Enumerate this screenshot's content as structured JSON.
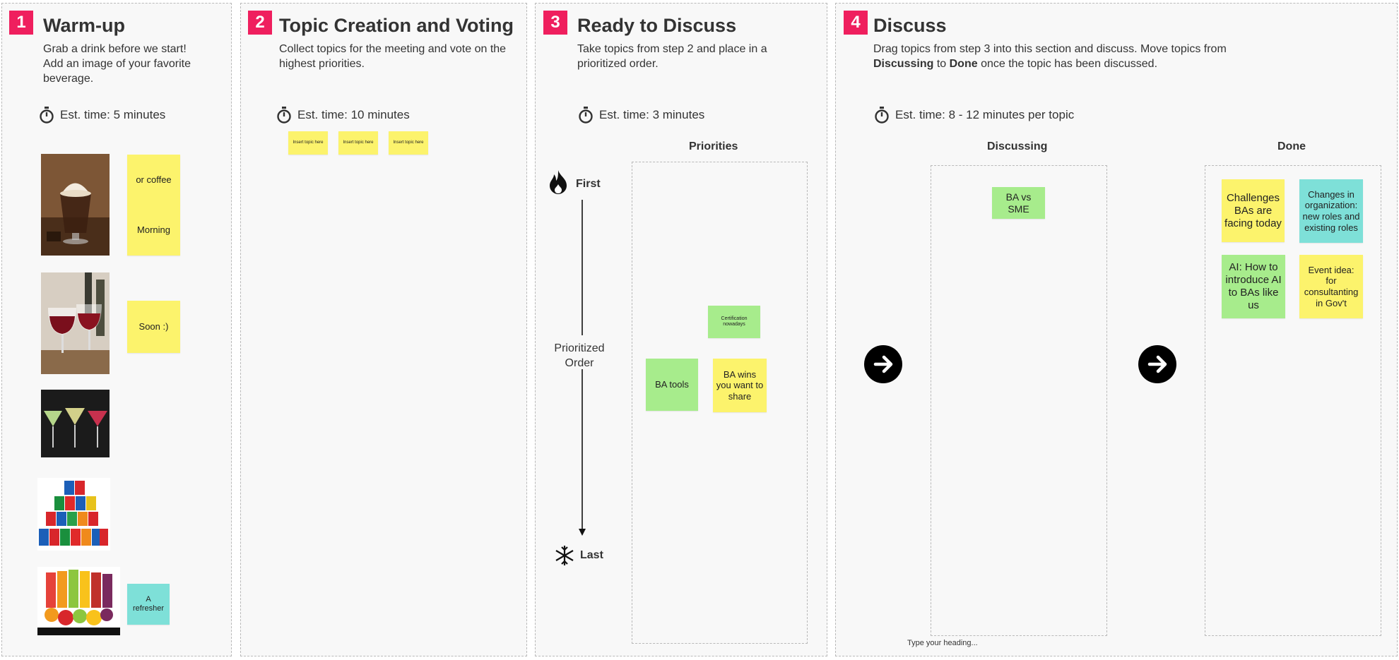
{
  "panels": [
    {
      "number": "1",
      "title": "Warm-up",
      "description": "Grab a drink before we start! Add an image of your favorite beverage.",
      "time": "Est. time: 5 minutes",
      "stickies": [
        "or coffee",
        "Morning",
        "Soon :)",
        "A refresher"
      ]
    },
    {
      "number": "2",
      "title": "Topic Creation and Voting",
      "description": "Collect topics for the meeting and vote on the highest priorities.",
      "time": "Est. time: 10 minutes",
      "stickies": [
        "Insert topic here",
        "Insert topic here",
        "Insert topic here"
      ]
    },
    {
      "number": "3",
      "title": "Ready to Discuss",
      "description": "Take topics from step 2 and place in a prioritized order.",
      "time": "Est. time: 3 minutes",
      "priorities_heading": "Priorities",
      "first_label": "First",
      "order_label_1": "Prioritized",
      "order_label_2": "Order",
      "last_label": "Last",
      "stickies": [
        "Certification nowadays",
        "BA tools",
        "BA wins you want to share"
      ]
    },
    {
      "number": "4",
      "title": "Discuss",
      "desc_part1": "Drag topics from step 3 into this section and discuss.",
      "desc_part2": "Move topics from",
      "desc_bold1": "Discussing",
      "desc_part3": "to",
      "desc_bold2": "Done",
      "desc_part4": "once the topic has been discussed.",
      "time": "Est. time: 8 - 12 minutes per topic",
      "discussing_heading": "Discussing",
      "done_heading": "Done",
      "discussing_stickies": [
        "BA vs SME"
      ],
      "done_stickies": [
        "Challenges BAs are facing today",
        "Changes in organization: new roles and existing roles",
        "AI: How to introduce AI to BAs like us",
        "Event idea: for consultanting in Gov't"
      ],
      "heading_placeholder": "Type your heading..."
    }
  ],
  "colors": {
    "accent": "#ef1f5e",
    "sticky_yellow": "#fcf36c",
    "sticky_green": "#a7ec8c",
    "sticky_cyan": "#7ee0d8"
  },
  "icons": [
    "stopwatch-icon",
    "flame-icon",
    "snowflake-icon",
    "arrow-right-icon"
  ]
}
